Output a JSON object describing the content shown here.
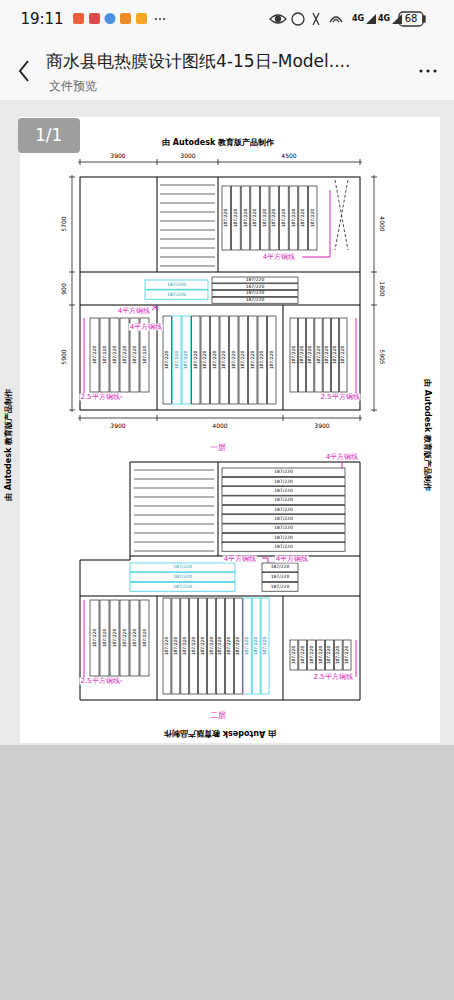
{
  "diagram": {
    "title": "商水县电热膜设计图纸4-15日-Model....",
    "nodes": [
      {
        "text": [
          "1/1"
        ]
      }
    ],
    "labels": [
      "19:11",
      "4G",
      "4G",
      "68",
      "文件预览",
      "由 Autodesk 教育版产品制作",
      "3900",
      "3000",
      "4500",
      "5700",
      "900",
      "5900",
      "4000",
      "1800",
      "5905",
      "4平方铜线",
      "4平方铜线",
      "4平方铜线",
      "2.5平方铜线",
      "2.5平方铜线",
      "3900",
      "4000",
      "3900",
      "一层",
      "由 Autodesk 教育版产品制作",
      "由 Autodesk 教育版产品制作",
      "4平方铜线",
      "4平方铜线",
      "4平方铜线",
      "2.5平方铜线",
      "2.5平方铜线",
      "二层",
      "由 Autodesk 教育版产品制作",
      "187/220",
      "187/220",
      "187/220",
      "187/220",
      "187/220",
      "187/220",
      "187/220",
      "187/220",
      "187/220",
      "187/220",
      "187/220",
      "187/220",
      "187/220",
      "187/220",
      "187/220",
      "187/220",
      "187/220",
      "187/220",
      "187/220",
      "187/220",
      "187/220",
      "187/220",
      "187/220",
      "187/220",
      "187/220",
      "187/220",
      "187/220",
      "187/220",
      "187/220",
      "187/220",
      "187/220",
      "187/220",
      "187/220",
      "187/220",
      "187/220",
      "187/220",
      "187/220",
      "187/220",
      "187/220",
      "187/220",
      "187/220",
      "187/220",
      "187/220",
      "187/220",
      "187/220",
      "187/220",
      "187/220",
      "187/220",
      "187/220",
      "187/220",
      "187/220",
      "187/220",
      "187/220",
      "187/220",
      "187/220",
      "187/220",
      "187/220",
      "187/220",
      "187/220",
      "187/220",
      "187/220",
      "187/220",
      "187/220",
      "187/220",
      "187/220",
      "187/220",
      "187/220",
      "187/220",
      "187/220",
      "187/220",
      "187/220",
      "187/220",
      "187/220",
      "187/220",
      "187/220",
      "187/220",
      "187/220",
      "187/220",
      "187/220",
      "187/220",
      "187/220"
    ]
  }
}
